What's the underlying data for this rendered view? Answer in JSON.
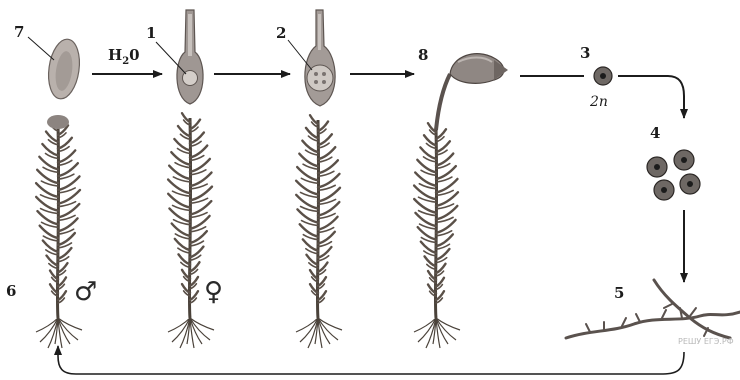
{
  "labels": {
    "n1": "1",
    "n2": "2",
    "n3": "3",
    "n4": "4",
    "n5": "5",
    "n6": "6",
    "n7": "7",
    "n8": "8",
    "h2o_h": "H",
    "h2o_sub": "2",
    "h2o_o": "0",
    "ploidy": "2n",
    "male_symbol": "♂",
    "female_symbol": "♀"
  },
  "watermark": "РЕШУ ЕГЭ.РФ",
  "colors": {
    "ink": "#1c1c1c",
    "stem": "#4a423a",
    "leaf": "#5a5048",
    "organ": "#8c8480",
    "organ_light": "#bdb6b2",
    "cell": "#6e6864"
  }
}
